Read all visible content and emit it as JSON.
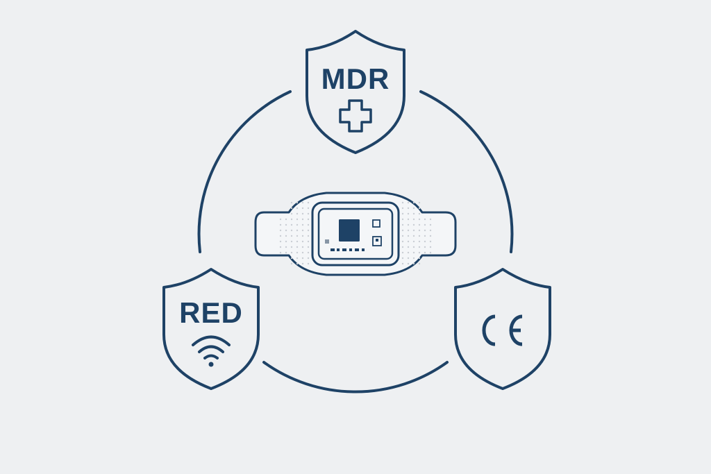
{
  "colors": {
    "background": "#eef0f2",
    "stroke": "#1e4266",
    "device_fill": "#f4f6f8",
    "dot": "#c9ced4"
  },
  "shields": [
    {
      "id": "mdr",
      "label": "MDR",
      "icon": "medical-cross-icon"
    },
    {
      "id": "red",
      "label": "RED",
      "icon": "wifi-icon"
    },
    {
      "id": "ce",
      "label": "",
      "icon": "ce-mark-icon"
    }
  ],
  "center": {
    "icon": "wearable-device-icon"
  }
}
